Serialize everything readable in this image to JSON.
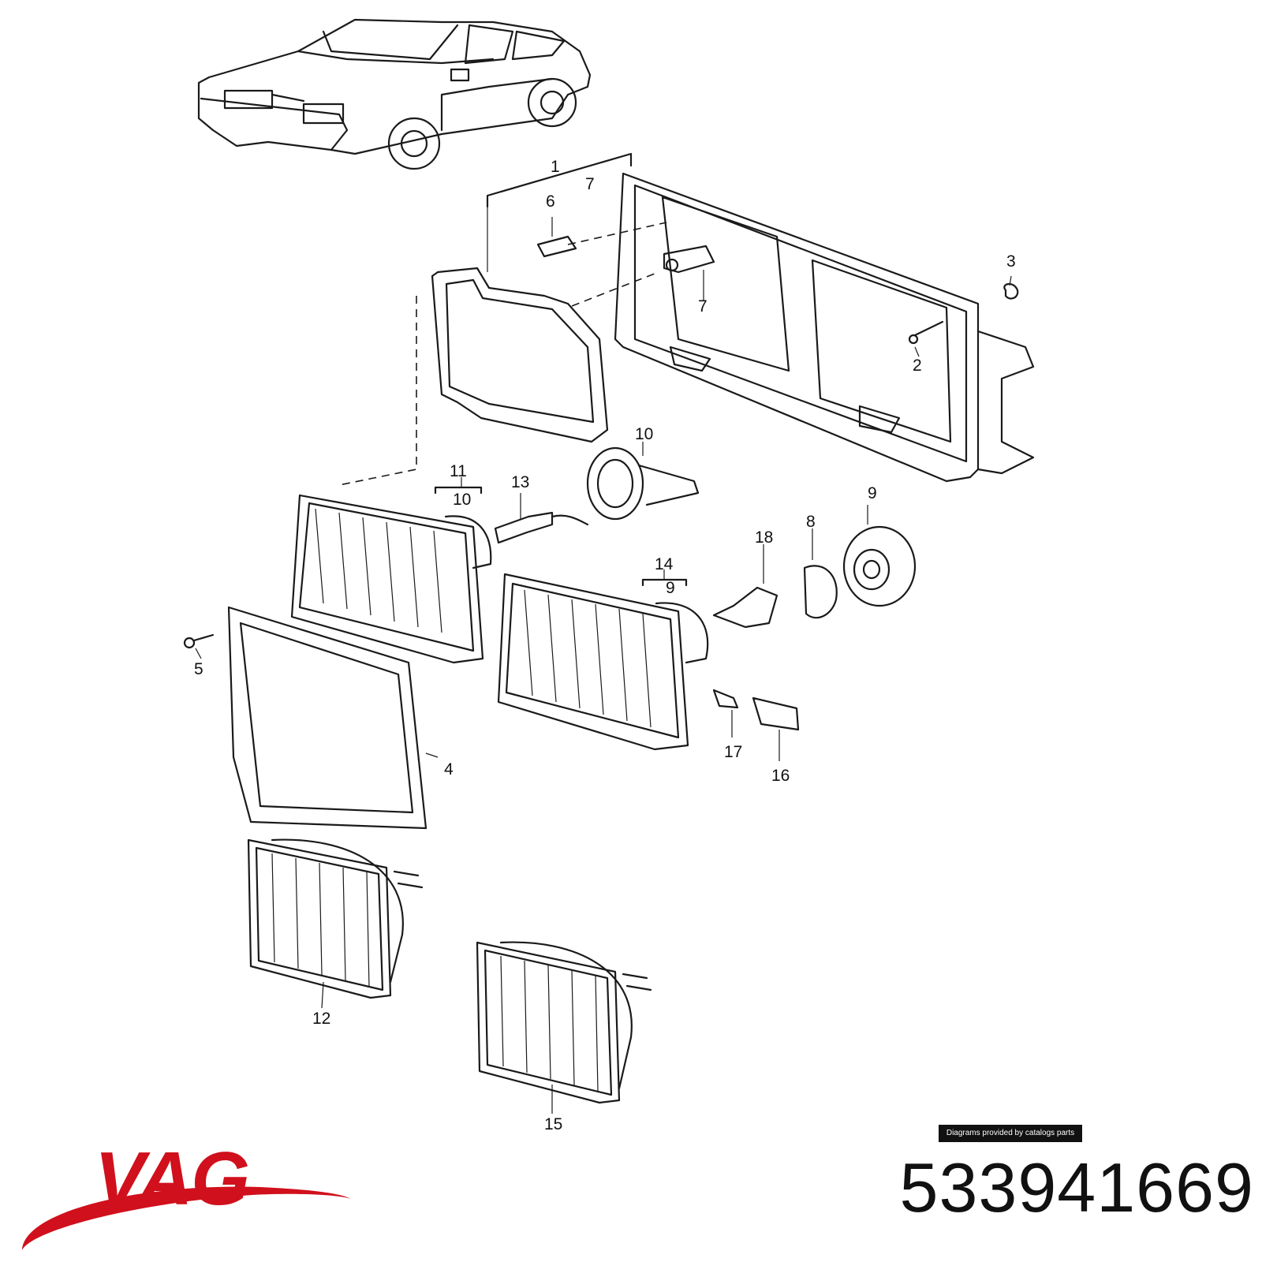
{
  "diagram": {
    "callouts": [
      "1",
      "7",
      "6",
      "3",
      "7",
      "2",
      "10",
      "11",
      "10",
      "13",
      "9",
      "18",
      "8",
      "14",
      "9",
      "5",
      "4",
      "17",
      "16",
      "12",
      "15"
    ],
    "credit": "Diagrams provided by catalogs parts"
  },
  "brand": {
    "logo_text": "VAG",
    "logo_color": "#d0101c"
  },
  "part_number": "533941669"
}
